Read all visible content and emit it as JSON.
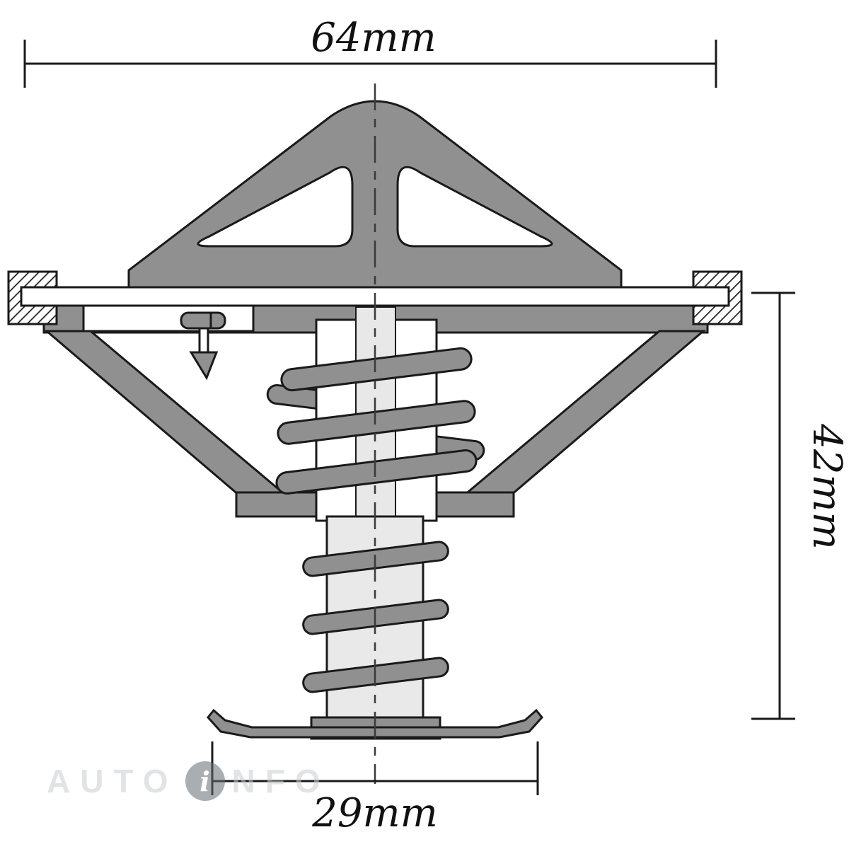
{
  "diagram": {
    "dimensions": {
      "top_width": {
        "label": "64mm"
      },
      "right_height": {
        "label": "42mm"
      },
      "bottom_width": {
        "label": "29mm"
      }
    }
  },
  "watermark": {
    "prefix": "AUTO",
    "i_letter": "i",
    "suffix": "NFO"
  },
  "colors": {
    "part_gray": "#909090",
    "light_gray": "#e9e9e9",
    "outline": "#1a1a1a",
    "watermark_gray": "#c9cdd1",
    "background": "#ffffff"
  }
}
